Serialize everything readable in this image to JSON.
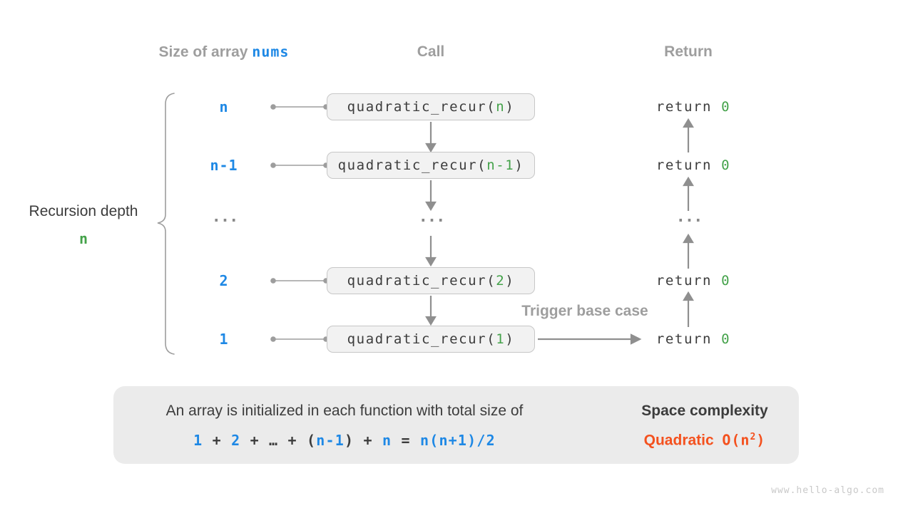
{
  "header": {
    "size_label": "Size of array ",
    "size_code": "nums",
    "call": "Call",
    "return": "Return"
  },
  "left_label": {
    "title": "Recursion depth",
    "depth": "n"
  },
  "code": {
    "call_prefix": "quadratic_recur(",
    "call_suffix": ")",
    "ret_keyword": "return ",
    "ret_value": "0"
  },
  "rows": [
    {
      "size": "n",
      "param": "n"
    },
    {
      "size": "n-1",
      "param": "n-1"
    },
    {
      "size": "...",
      "call": "...",
      "ret": "..."
    },
    {
      "size": "2",
      "param": "2"
    },
    {
      "size": "1",
      "param": "1"
    }
  ],
  "trigger_label": "Trigger base case",
  "summary": {
    "line1": "An array is initialized in each function with total size of",
    "formula": [
      {
        "text": "1",
        "color": "blue"
      },
      {
        "text": " + ",
        "color": "dark"
      },
      {
        "text": "2",
        "color": "blue"
      },
      {
        "text": " + … + (",
        "color": "dark"
      },
      {
        "text": "n-1",
        "color": "blue"
      },
      {
        "text": ") + ",
        "color": "dark"
      },
      {
        "text": "n",
        "color": "blue"
      },
      {
        "text": " = ",
        "color": "dark"
      },
      {
        "text": "n(n+1)/2",
        "color": "blue"
      }
    ],
    "space_title": "Space complexity",
    "complexity_word": "Quadratic",
    "complexity_gap": "  ",
    "complexity_prefix": "O(n",
    "complexity_sup": "2",
    "complexity_suffix": ")"
  },
  "watermark": "www.hello-algo.com",
  "colors": {
    "blue": "#1e88e5",
    "green": "#44a24a",
    "orange": "#f4511e",
    "header_gray": "#9e9e9e",
    "dark_text": "#3c3c3c",
    "arrow_gray": "#8f8f8f",
    "box_fill": "#f2f2f2",
    "box_border": "#c7c7c7",
    "summary_fill": "#ebebeb"
  }
}
